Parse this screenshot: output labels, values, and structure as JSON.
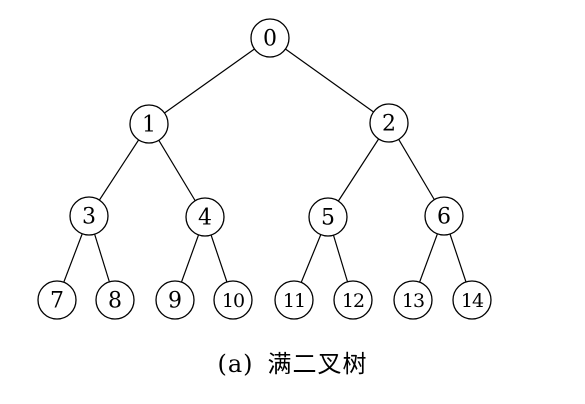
{
  "diagram": {
    "type": "full-binary-tree",
    "nodes": [
      "0",
      "1",
      "2",
      "3",
      "4",
      "5",
      "6",
      "7",
      "8",
      "9",
      "10",
      "11",
      "12",
      "13",
      "14"
    ],
    "edges": [
      [
        "0",
        "1"
      ],
      [
        "0",
        "2"
      ],
      [
        "1",
        "3"
      ],
      [
        "1",
        "4"
      ],
      [
        "2",
        "5"
      ],
      [
        "2",
        "6"
      ],
      [
        "3",
        "7"
      ],
      [
        "3",
        "8"
      ],
      [
        "4",
        "9"
      ],
      [
        "4",
        "10"
      ],
      [
        "5",
        "11"
      ],
      [
        "5",
        "12"
      ],
      [
        "6",
        "13"
      ],
      [
        "6",
        "14"
      ]
    ]
  },
  "caption": {
    "prefix": "(a)",
    "title": "满二叉树"
  },
  "colors": {
    "stroke": "#000000",
    "background": "#ffffff"
  }
}
